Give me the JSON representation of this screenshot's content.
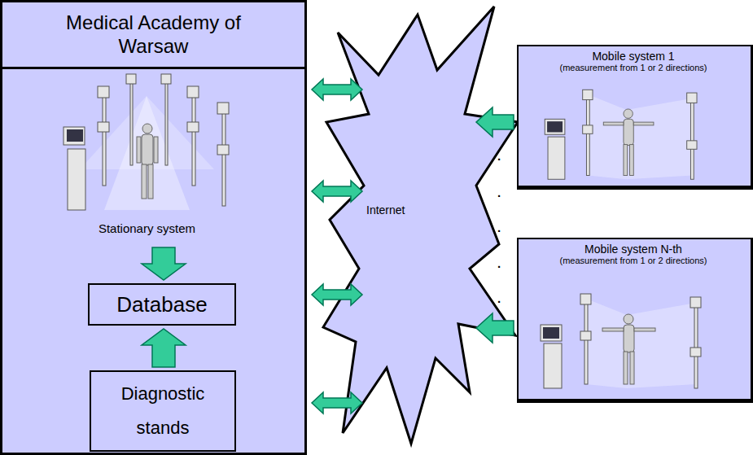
{
  "diagram": {
    "nodes": [
      {
        "text": [
          "Medical Academy of Warsaw"
        ]
      },
      {
        "text": [
          "Stationary system"
        ],
        "in": 0
      },
      {
        "text": [
          "Database"
        ],
        "in": 0
      },
      {
        "text": [
          "Diagnostic stands"
        ],
        "in": 0
      },
      {
        "text": [
          "Internet"
        ]
      },
      {
        "text": [
          "Mobile system 1",
          "(measurement from 1 or 2 directions)"
        ]
      },
      {
        "text": [
          "Mobile system N-th",
          "(measurement from 1 or 2 directions)"
        ]
      }
    ],
    "edges": [
      {
        "from": 1,
        "to": 2,
        "arrow": "to"
      },
      {
        "from": 3,
        "to": 2,
        "arrow": "to"
      },
      {
        "from": 0,
        "to": 4,
        "arrow": "both"
      },
      {
        "from": 0,
        "to": 4,
        "arrow": "both"
      },
      {
        "from": 0,
        "to": 4,
        "arrow": "both"
      },
      {
        "from": 0,
        "to": 4,
        "arrow": "both"
      },
      {
        "from": 5,
        "to": 4,
        "arrow": "to"
      },
      {
        "from": 6,
        "to": 4,
        "arrow": "to"
      }
    ],
    "labels": [
      ".",
      ".",
      ".",
      ".",
      "."
    ]
  }
}
